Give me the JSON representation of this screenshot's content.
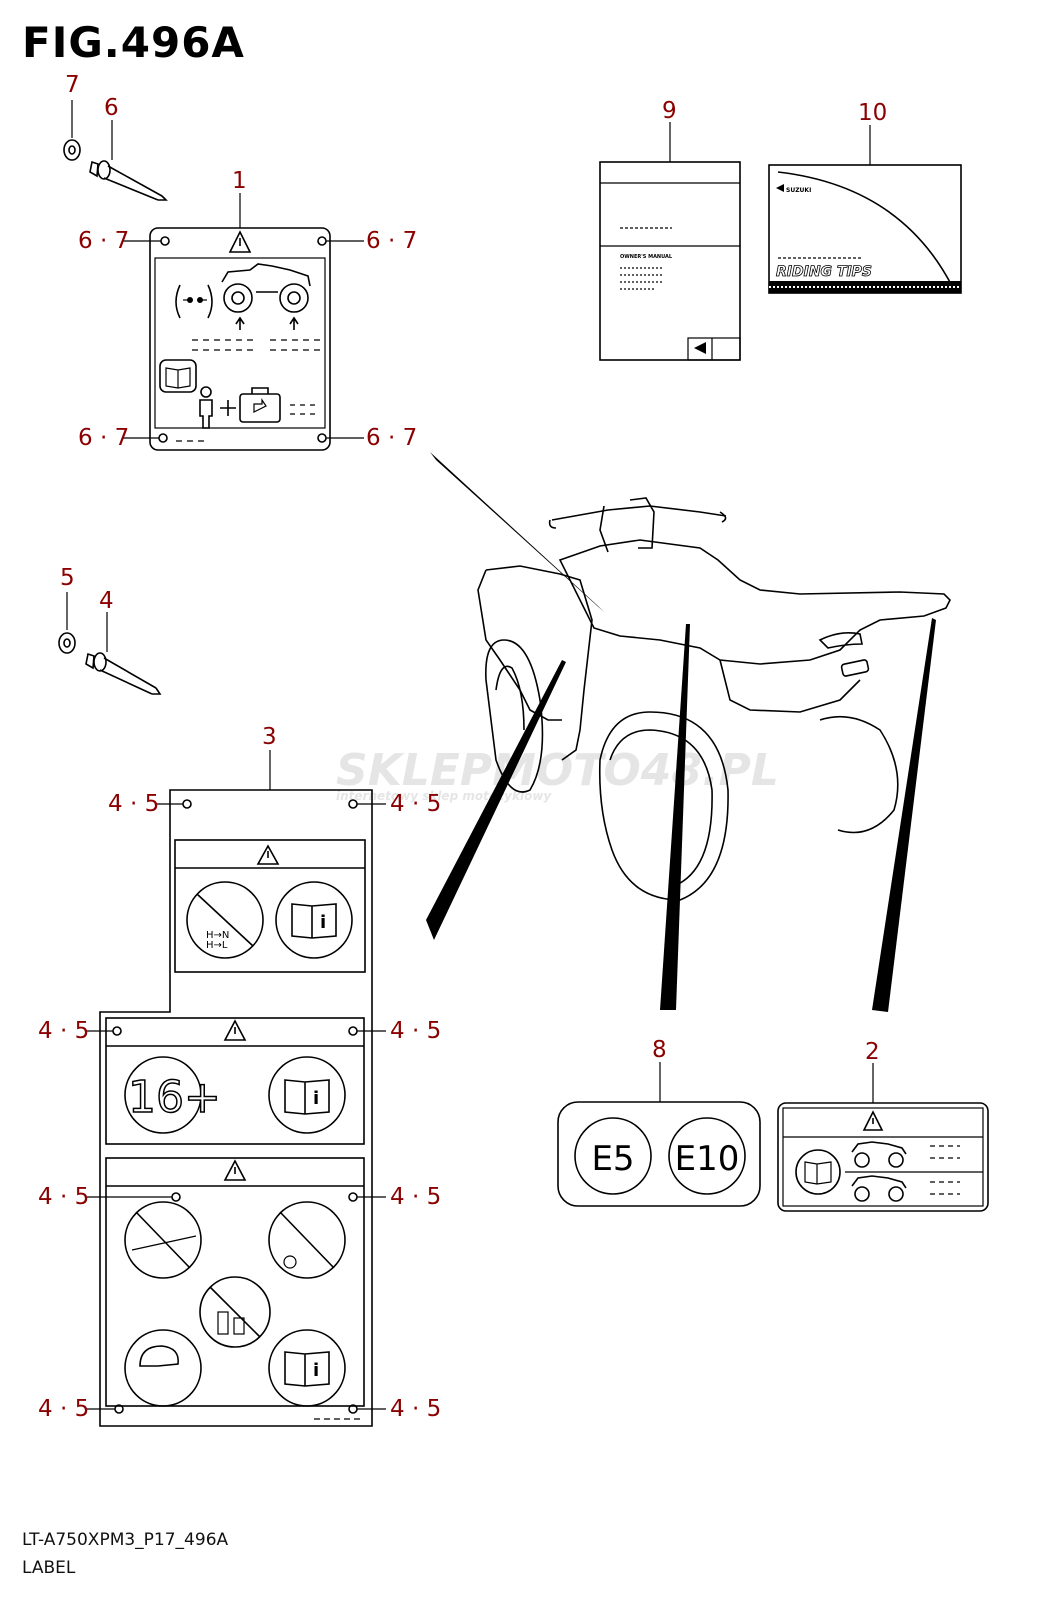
{
  "figure_title": "FIG.496A",
  "model_code": "LT-A750XPM3_P17_496A",
  "section_name": "LABEL",
  "watermark": {
    "brand": "SKLEPMOTO48.PL",
    "tagline": "internetowy sklep motocyklowy"
  },
  "callouts": {
    "c1": "1",
    "c2": "2",
    "c3": "3",
    "c4": "4",
    "c5": "5",
    "c6": "6",
    "c7": "7",
    "c8": "8",
    "c9": "9",
    "c10": "10",
    "pair_67": "6 · 7",
    "pair_45": "4 · 5"
  },
  "label8": {
    "left": "E5",
    "right": "E10"
  },
  "label3": {
    "age": "16+"
  },
  "manual9": {
    "heading": "OWNER'S MANUAL"
  },
  "manual10": {
    "brand": "SUZUKI",
    "title": "RIDING TIPS"
  }
}
